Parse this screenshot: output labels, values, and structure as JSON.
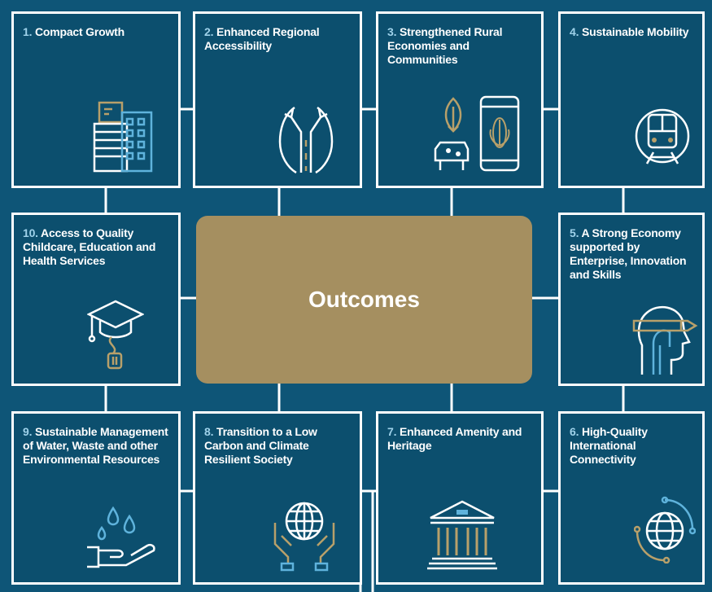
{
  "center_label": "Outcomes",
  "colors": {
    "background": "#0e5577",
    "box": "#0c4f6e",
    "border": "#ffffff",
    "center": "#a58f60",
    "icon_gold": "#b8a06a"
  },
  "outcomes": [
    {
      "number": "1.",
      "label": "Compact Growth",
      "icon": "buildings-icon"
    },
    {
      "number": "2.",
      "label": "Enhanced Regional Accessibility",
      "icon": "diverging-road-icon"
    },
    {
      "number": "3.",
      "label": "Strengthened Rural Economies and Communities",
      "icon": "rural-economy-icon"
    },
    {
      "number": "4.",
      "label": "Sustainable Mobility",
      "icon": "train-icon"
    },
    {
      "number": "5.",
      "label": "A Strong Economy supported by Enterprise, Innovation and Skills",
      "icon": "head-pencil-icon"
    },
    {
      "number": "6.",
      "label": "High-Quality International Connectivity",
      "icon": "globe-network-icon"
    },
    {
      "number": "7.",
      "label": "Enhanced Amenity and Heritage",
      "icon": "heritage-building-icon"
    },
    {
      "number": "8.",
      "label": "Transition to a Low Carbon and Climate Resilient Society",
      "icon": "hands-globe-icon"
    },
    {
      "number": "9.",
      "label": "Sustainable Management of Water, Waste and other Environmental Resources",
      "icon": "water-hand-icon"
    },
    {
      "number": "10.",
      "label": "Access to Quality Childcare, Education and Health Services",
      "icon": "graduation-cap-icon"
    }
  ]
}
